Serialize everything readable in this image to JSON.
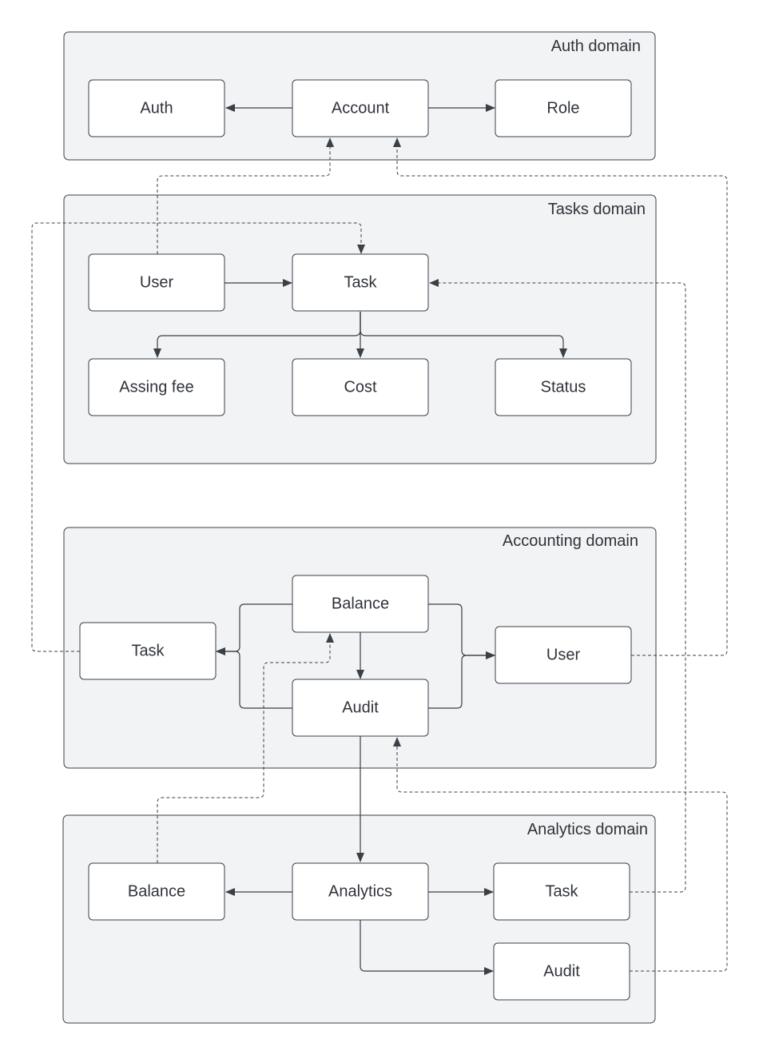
{
  "domains": {
    "auth": "Auth domain",
    "tasks": "Tasks domain",
    "accounting": "Accounting domain",
    "analytics": "Analytics domain"
  },
  "nodes": {
    "auth_auth": "Auth",
    "auth_account": "Account",
    "auth_role": "Role",
    "tasks_user": "User",
    "tasks_task": "Task",
    "tasks_assign_fee": "Assing fee",
    "tasks_cost": "Cost",
    "tasks_status": "Status",
    "acc_balance": "Balance",
    "acc_task": "Task",
    "acc_user": "User",
    "acc_audit": "Audit",
    "an_balance": "Balance",
    "an_analytics": "Analytics",
    "an_task": "Task",
    "an_audit": "Audit"
  },
  "colors": {
    "domain_fill": "#f2f3f5",
    "stroke": "#3b3f46",
    "text": "#2f333a"
  }
}
